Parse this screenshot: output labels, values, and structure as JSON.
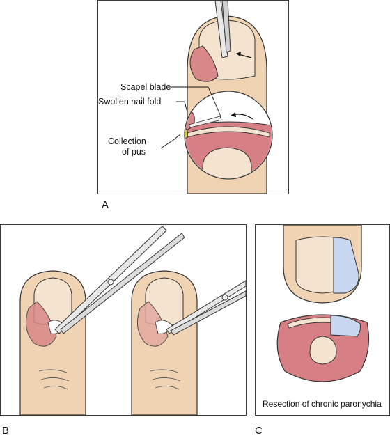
{
  "figure": {
    "panel_a": {
      "letter": "A",
      "labels": {
        "scalpel_blade": "Scapel blade",
        "swollen_nail_fold": "Swollen nail fold",
        "collection_line1": "Collection",
        "collection_line2": "of pus"
      }
    },
    "panel_b": {
      "letter": "B"
    },
    "panel_c": {
      "letter": "C",
      "caption": "Resection of chronic paronychia"
    }
  },
  "colors": {
    "skin": "#efd3b3",
    "skin_shadow": "#e2bd98",
    "nail": "#f4e4cf",
    "inflamed": "#d98888",
    "tissue": "#d67f85",
    "pus": "#d2d24a",
    "resected": "#c8d6ef",
    "outline": "#333333"
  }
}
